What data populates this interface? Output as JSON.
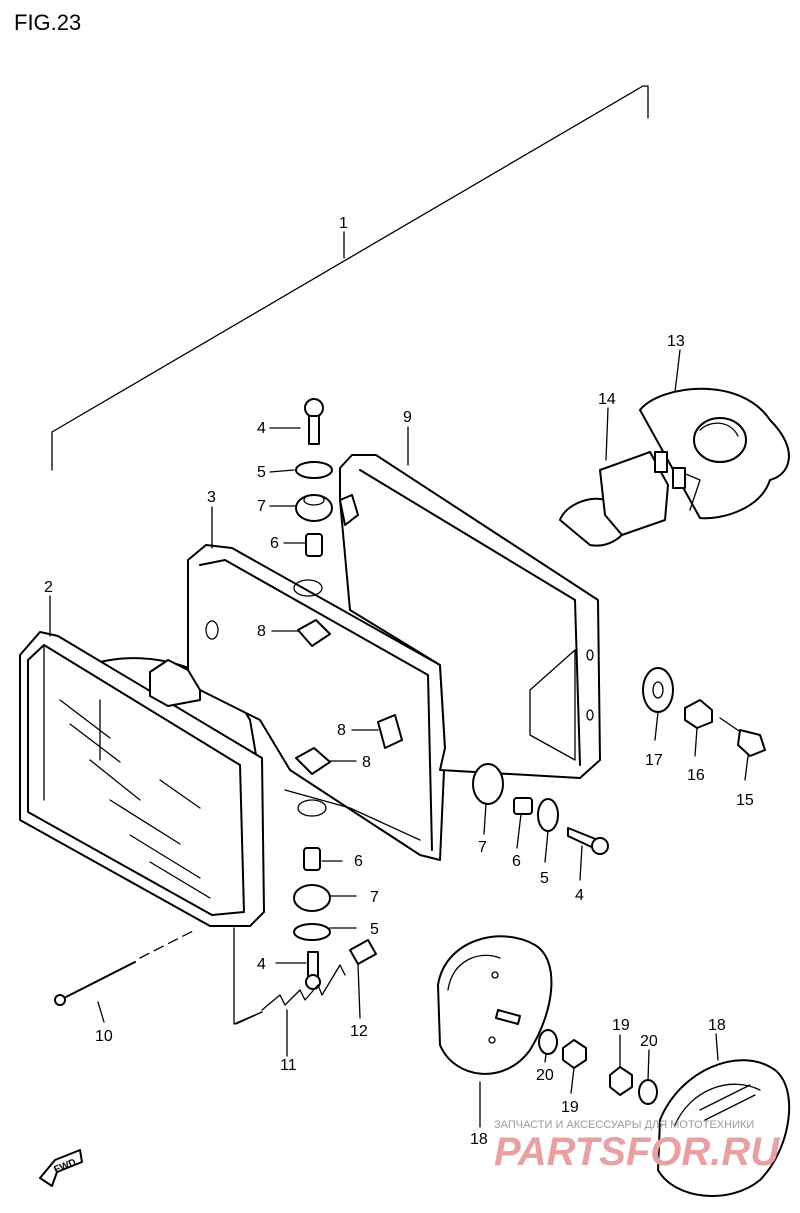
{
  "figure_title": "FIG.23",
  "callouts": [
    {
      "id": "c1",
      "text": "1"
    },
    {
      "id": "c2",
      "text": "2"
    },
    {
      "id": "c3",
      "text": "3"
    },
    {
      "id": "c4a",
      "text": "4"
    },
    {
      "id": "c4b",
      "text": "4"
    },
    {
      "id": "c4c",
      "text": "4"
    },
    {
      "id": "c5a",
      "text": "5"
    },
    {
      "id": "c5b",
      "text": "5"
    },
    {
      "id": "c5c",
      "text": "5"
    },
    {
      "id": "c6a",
      "text": "6"
    },
    {
      "id": "c6b",
      "text": "6"
    },
    {
      "id": "c6c",
      "text": "6"
    },
    {
      "id": "c7a",
      "text": "7"
    },
    {
      "id": "c7b",
      "text": "7"
    },
    {
      "id": "c7c",
      "text": "7"
    },
    {
      "id": "c8a",
      "text": "8"
    },
    {
      "id": "c8b",
      "text": "8"
    },
    {
      "id": "c8c",
      "text": "8"
    },
    {
      "id": "c9",
      "text": "9"
    },
    {
      "id": "c10",
      "text": "10"
    },
    {
      "id": "c11",
      "text": "11"
    },
    {
      "id": "c12",
      "text": "12"
    },
    {
      "id": "c13",
      "text": "13"
    },
    {
      "id": "c14",
      "text": "14"
    },
    {
      "id": "c15",
      "text": "15"
    },
    {
      "id": "c16",
      "text": "16"
    },
    {
      "id": "c17",
      "text": "17"
    },
    {
      "id": "c18a",
      "text": "18"
    },
    {
      "id": "c18b",
      "text": "18"
    },
    {
      "id": "c19a",
      "text": "19"
    },
    {
      "id": "c19b",
      "text": "19"
    },
    {
      "id": "c20a",
      "text": "20"
    },
    {
      "id": "c20b",
      "text": "20"
    }
  ],
  "direction_marker": "FWD",
  "watermark": {
    "caption": "ЗАПЧАСТИ И АКСЕССУАРЫ ДЛЯ МОТОТЕХНИКИ",
    "logo_text": "PARTSFOR.RU"
  }
}
